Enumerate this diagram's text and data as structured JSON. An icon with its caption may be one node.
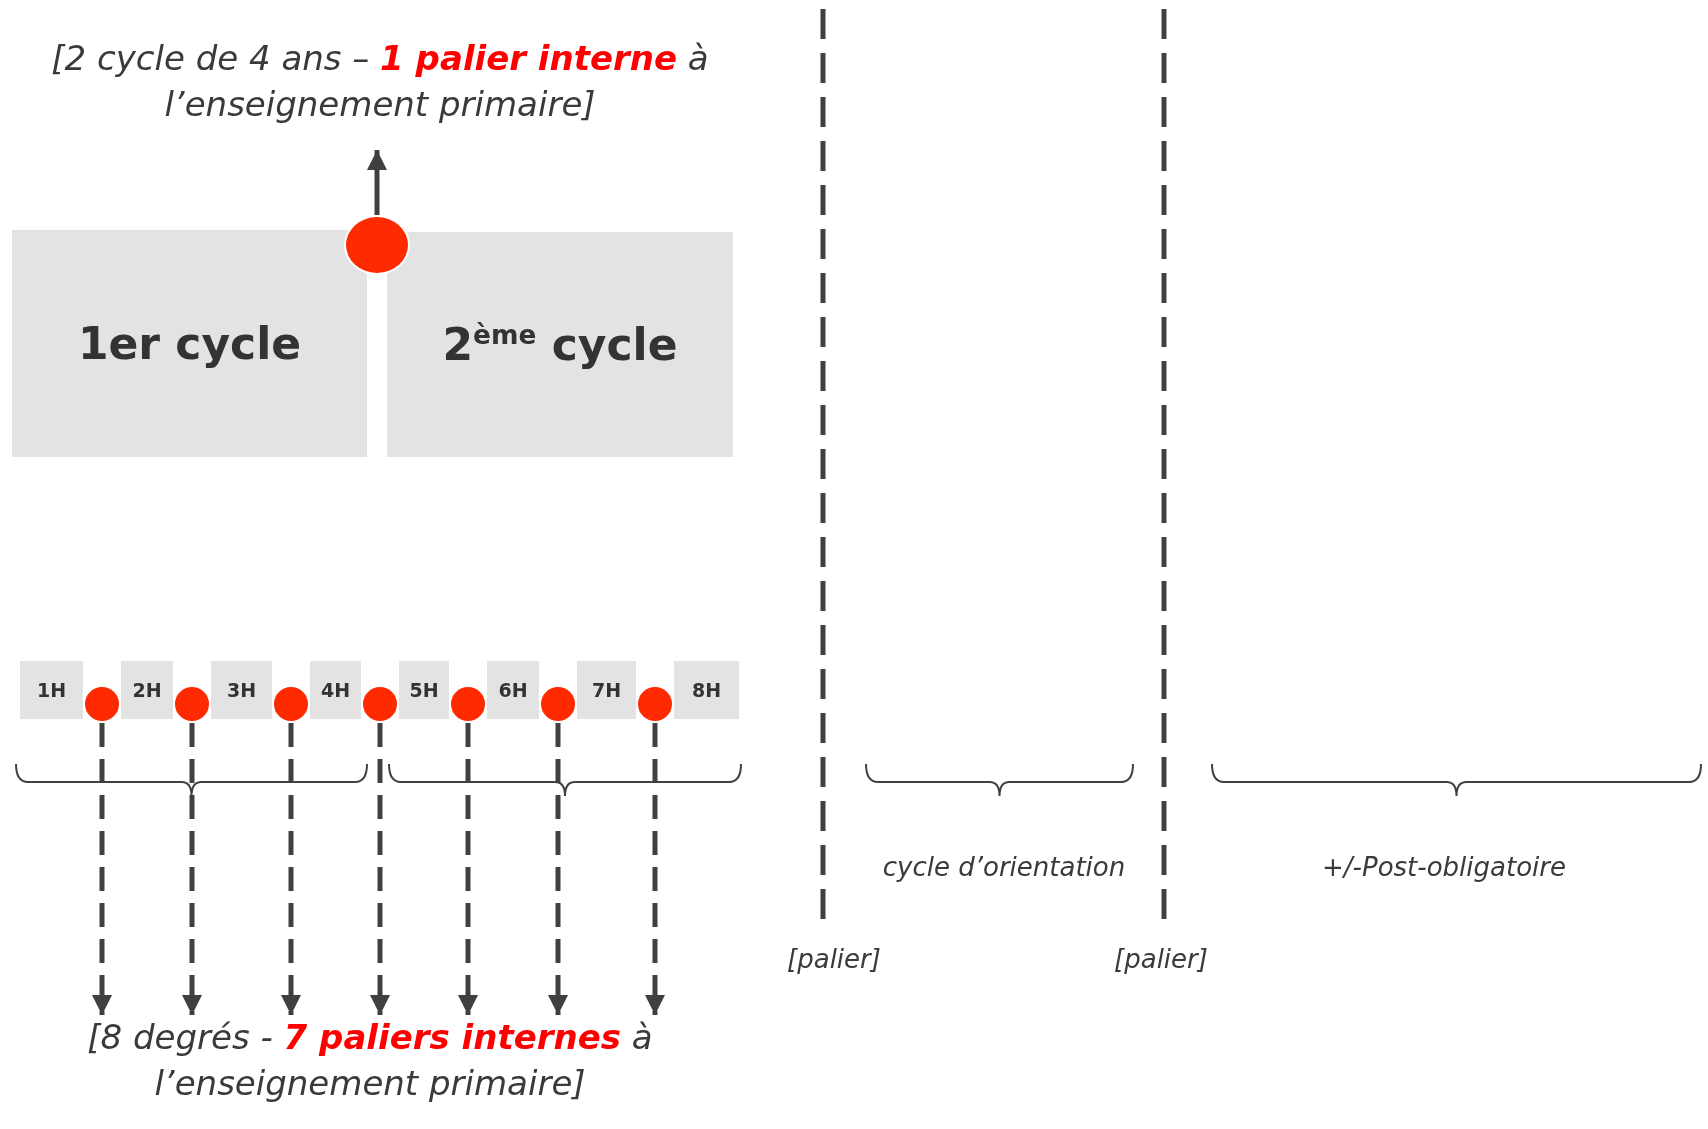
{
  "diagram": {
    "nodes": [
      {
        "text": [
          "1er cycle"
        ]
      },
      {
        "text": [
          "2$^{ème}$ cycle"
        ]
      },
      {
        "text": [],
        "shape": "circle"
      },
      {
        "text": [
          "[2 cycle de 4 ans – **1 palier interne** à l’enseignement primaire]"
        ]
      },
      {
        "text": [
          "1H"
        ]
      },
      {
        "text": [
          "2H"
        ]
      },
      {
        "text": [
          "3H"
        ]
      },
      {
        "text": [
          "4H"
        ]
      },
      {
        "text": [
          "5H"
        ]
      },
      {
        "text": [
          "6H"
        ]
      },
      {
        "text": [
          "7H"
        ]
      },
      {
        "text": [
          "8H"
        ]
      },
      {
        "text": [],
        "shape": "circle"
      },
      {
        "text": [],
        "shape": "circle"
      },
      {
        "text": [],
        "shape": "circle"
      },
      {
        "text": [],
        "shape": "circle"
      },
      {
        "text": [],
        "shape": "circle"
      },
      {
        "text": [],
        "shape": "circle"
      },
      {
        "text": [],
        "shape": "circle"
      },
      {
        "text": [
          "[8 degrés - **7 paliers internes** à l’enseignement primaire]"
        ]
      }
    ],
    "edges": [
      {
        "from": 2,
        "to": 3,
        "arrow": "to"
      },
      {
        "from": 12,
        "to": 19,
        "arrow": "to",
        "style": "dashed"
      },
      {
        "from": 13,
        "to": 19,
        "arrow": "to",
        "style": "dashed"
      },
      {
        "from": 14,
        "to": 19,
        "arrow": "to",
        "style": "dashed"
      },
      {
        "from": 15,
        "to": 19,
        "arrow": "to",
        "style": "dashed"
      },
      {
        "from": 16,
        "to": 19,
        "arrow": "to",
        "style": "dashed"
      },
      {
        "from": 17,
        "to": 19,
        "arrow": "to",
        "style": "dashed"
      },
      {
        "from": 18,
        "to": 19,
        "arrow": "to",
        "style": "dashed"
      }
    ],
    "labels": [
      "cycle d’orientation",
      "+/-Post-obligatoire",
      "[palier]",
      "[palier]"
    ]
  }
}
